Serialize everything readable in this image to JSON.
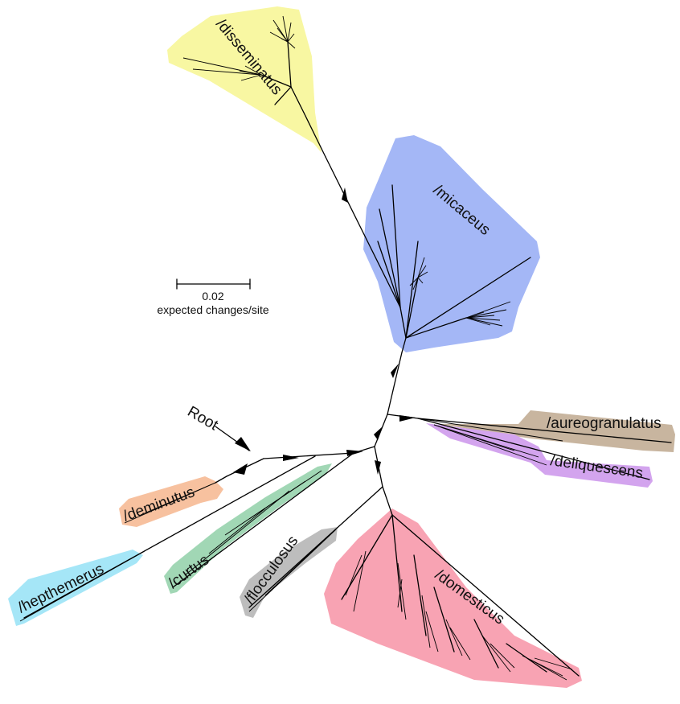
{
  "scale_bar": {
    "value": "0.02",
    "caption": "expected changes/site"
  },
  "root_label": "Root",
  "clades": [
    {
      "id": "disseminatus",
      "label": "/disseminatus",
      "color": "#f8f7a2"
    },
    {
      "id": "micaceus",
      "label": "/micaceus",
      "color": "#a4b7f6"
    },
    {
      "id": "aureogranulatus",
      "label": "/aureogranulatus",
      "color": "#c8b59f"
    },
    {
      "id": "deliquescens",
      "label": "/deliquescens",
      "color": "#d3a4ee"
    },
    {
      "id": "deminutus",
      "label": "/deminutus",
      "color": "#f7c19f"
    },
    {
      "id": "hepthemerus",
      "label": "/hepthemerus",
      "color": "#a5e6f7"
    },
    {
      "id": "curtus",
      "label": "/curtus",
      "color": "#a1d7b5"
    },
    {
      "id": "flocculosus",
      "label": "/flocculosus",
      "color": "#bdbdbd"
    },
    {
      "id": "domesticus",
      "label": "/domesticus",
      "color": "#f8a3b3"
    }
  ]
}
